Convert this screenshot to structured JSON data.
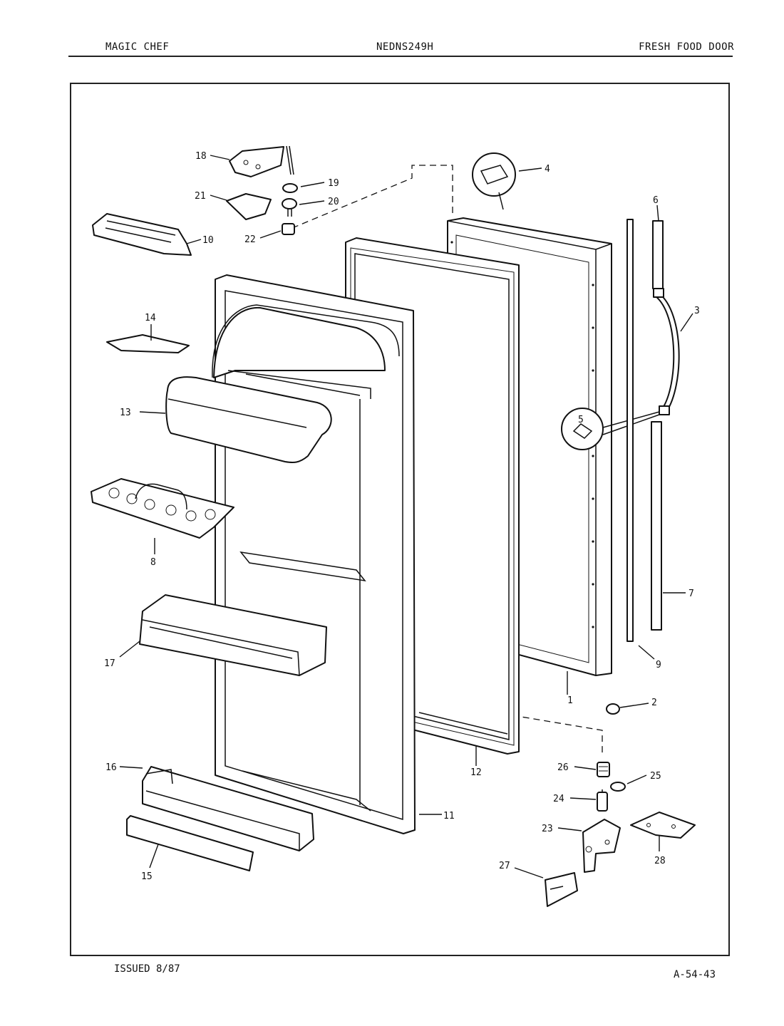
{
  "header": {
    "brand": "MAGIC CHEF",
    "model": "NEDNS249H",
    "section": "FRESH FOOD DOOR"
  },
  "footer": {
    "issued": "ISSUED 8/87",
    "page_code": "A-54-43"
  },
  "callouts": {
    "c1": "1",
    "c2": "2",
    "c3": "3",
    "c4": "4",
    "c5": "5",
    "c6": "6",
    "c7": "7",
    "c8": "8",
    "c9": "9",
    "c10": "10",
    "c11": "11",
    "c12": "12",
    "c13": "13",
    "c14": "14",
    "c15": "15",
    "c16": "16",
    "c17": "17",
    "c18": "18",
    "c19": "19",
    "c20": "20",
    "c21": "21",
    "c22": "22",
    "c23": "23",
    "c24": "24",
    "c25": "25",
    "c26": "26",
    "c27": "27",
    "c28": "28"
  }
}
